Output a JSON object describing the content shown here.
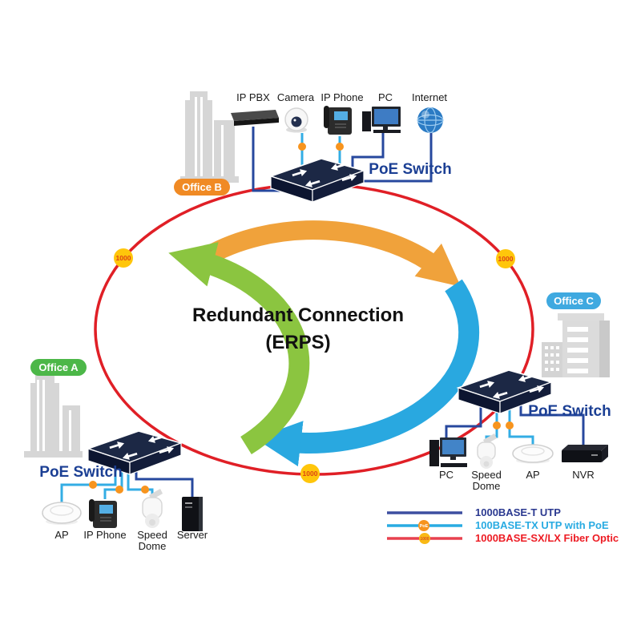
{
  "diagram": {
    "center_title_line1": "Redundant Connection",
    "center_title_line2": "(ERPS)",
    "ring_speed_badge": "1000"
  },
  "offices": {
    "office_a": {
      "badge_label": "Office A",
      "switch_label": "PoE Switch",
      "devices": [
        {
          "label": "AP",
          "connection": "poe"
        },
        {
          "label": "IP Phone",
          "connection": "poe"
        },
        {
          "label_line1": "Speed",
          "label_line2": "Dome",
          "connection": "poe"
        },
        {
          "label": "Server",
          "connection": "utp"
        }
      ]
    },
    "office_b": {
      "badge_label": "Office B",
      "switch_label": "PoE Switch",
      "devices": [
        {
          "label": "IP PBX",
          "connection": "utp"
        },
        {
          "label": "Camera",
          "connection": "poe"
        },
        {
          "label": "IP Phone",
          "connection": "poe"
        },
        {
          "label": "PC",
          "connection": "utp"
        },
        {
          "label": "Internet",
          "connection": "utp"
        }
      ]
    },
    "office_c": {
      "badge_label": "Office C",
      "switch_label": "PoE Switch",
      "devices": [
        {
          "label": "PC",
          "connection": "utp"
        },
        {
          "label_line1": "Speed",
          "label_line2": "Dome",
          "connection": "poe"
        },
        {
          "label": "AP",
          "connection": "poe"
        },
        {
          "label": "NVR",
          "connection": "utp"
        }
      ]
    }
  },
  "legend": {
    "items": [
      {
        "label": "1000BASE-T UTP",
        "text_color": "#2B3990",
        "line_color": "#3D4EA0",
        "badge": ""
      },
      {
        "label": "100BASE-TX UTP with PoE",
        "text_color": "#29ABE2",
        "line_color": "#29ABE2",
        "badge": "PoE"
      },
      {
        "label": "1000BASE-SX/LX Fiber Optic",
        "text_color": "#ED1C24",
        "line_color": "#E8414F",
        "badge": "1000"
      }
    ]
  },
  "colors": {
    "ring": "#E01F26",
    "arc_orange": "#F0A23B",
    "arc_blue": "#29A8E0",
    "arc_green": "#8BC540",
    "utp_line": "#27489E",
    "poe_line": "#33ADE4",
    "poe_dot": "#F7941E",
    "badge_office_a": "#4CB748",
    "badge_office_b": "#F08A24",
    "badge_office_c": "#3FA9E0",
    "switch_label_color": "#1B3F94",
    "ring_badge_bg": "#FFC60B",
    "ring_badge_text": "#DD4415",
    "legend_badge_poe_bg": "#F7941E",
    "legend_badge_1000_bg": "#F9B915"
  }
}
